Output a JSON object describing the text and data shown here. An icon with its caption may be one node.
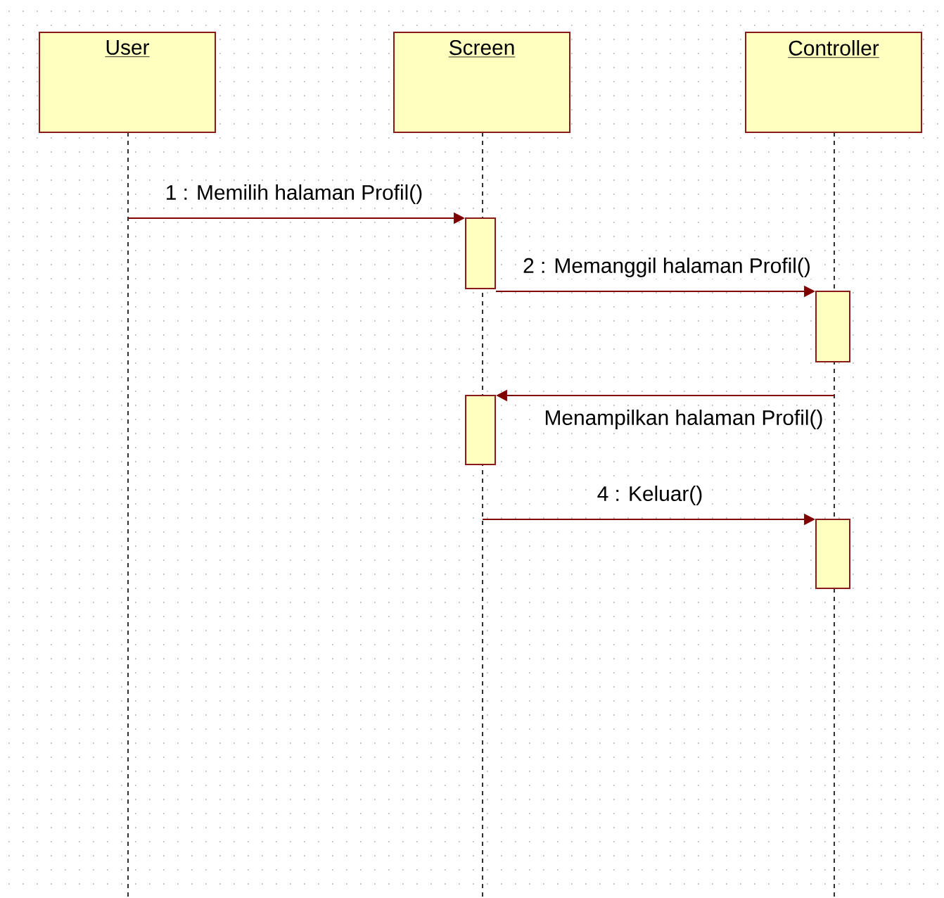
{
  "diagram": {
    "nodes": [
      {
        "text": [
          "User"
        ]
      },
      {
        "text": [
          "Screen"
        ]
      },
      {
        "text": [
          "Controller"
        ]
      },
      {
        "text": [],
        "shape": "bar"
      },
      {
        "text": [],
        "shape": "bar"
      },
      {
        "text": [],
        "shape": "bar"
      },
      {
        "text": [],
        "shape": "bar"
      }
    ],
    "edges": [
      {
        "from": 0,
        "to": 3,
        "arrow": "to",
        "label": "1 : Memilih halaman Profil()"
      },
      {
        "from": 3,
        "to": 4,
        "arrow": "to",
        "label": "2 : Memanggil halaman Profil()"
      },
      {
        "from": null,
        "to": 5,
        "arrow": "to",
        "label": "Menampilkan halaman Profil()"
      },
      {
        "from": null,
        "to": 6,
        "arrow": "to",
        "label": "4 : Keluar()"
      }
    ]
  }
}
